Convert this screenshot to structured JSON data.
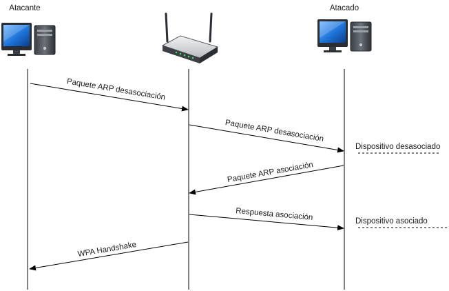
{
  "participants": {
    "attacker": {
      "label": "Atacante",
      "icon": "computer-icon"
    },
    "router": {
      "label": "",
      "icon": "router-icon"
    },
    "victim": {
      "label": "Atacado",
      "icon": "computer-icon"
    }
  },
  "messages": [
    {
      "from": "attacker",
      "to": "router",
      "label": "Paquete ARP desasociación"
    },
    {
      "from": "router",
      "to": "victim",
      "label": "Paquete ARP desasociación"
    },
    {
      "from": "victim",
      "to": "router",
      "label": "Paquete ARP asociación"
    },
    {
      "from": "router",
      "to": "victim",
      "label": "Respuesta asociación"
    },
    {
      "from": "router",
      "to": "attacker",
      "label": "WPA Handshake"
    }
  ],
  "notes": [
    {
      "label": "Dispositivo desasociado"
    },
    {
      "label": "Dispositivo asociado"
    }
  ]
}
